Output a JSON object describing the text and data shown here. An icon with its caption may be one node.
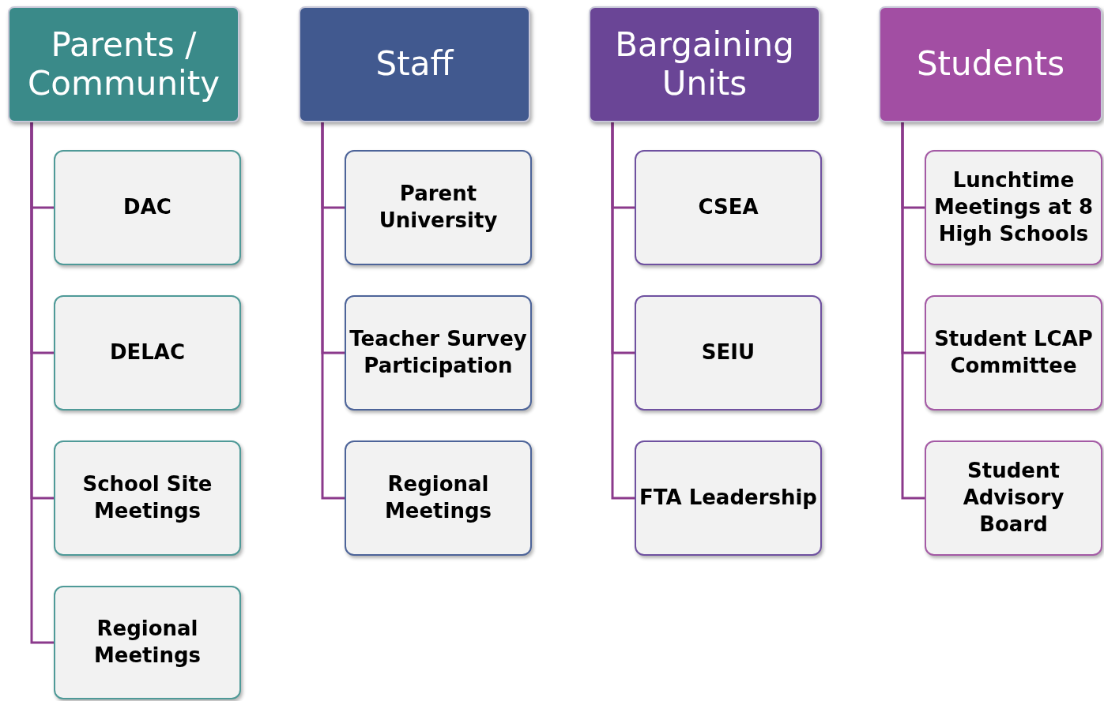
{
  "diagram": {
    "nodes": [
      {
        "text": [
          "Parents / Community"
        ]
      },
      {
        "text": [
          "DAC"
        ]
      },
      {
        "text": [
          "DELAC"
        ]
      },
      {
        "text": [
          "School Site Meetings"
        ]
      },
      {
        "text": [
          "Regional Meetings"
        ]
      },
      {
        "text": [
          "Staff"
        ]
      },
      {
        "text": [
          "Parent University"
        ]
      },
      {
        "text": [
          "Teacher Survey Participation"
        ]
      },
      {
        "text": [
          "Regional Meetings"
        ]
      },
      {
        "text": [
          "Bargaining Units"
        ]
      },
      {
        "text": [
          "CSEA"
        ]
      },
      {
        "text": [
          "SEIU"
        ]
      },
      {
        "text": [
          "FTA Leadership"
        ]
      },
      {
        "text": [
          "Students"
        ]
      },
      {
        "text": [
          "Lunchtime Meetings at 8 High Schools"
        ]
      },
      {
        "text": [
          "Student LCAP Committee"
        ]
      },
      {
        "text": [
          "Student Advisory Board"
        ]
      }
    ],
    "edges": [
      {
        "from": 0,
        "to": 1,
        "arrow": "none"
      },
      {
        "from": 0,
        "to": 2,
        "arrow": "none"
      },
      {
        "from": 0,
        "to": 3,
        "arrow": "none"
      },
      {
        "from": 0,
        "to": 4,
        "arrow": "none"
      },
      {
        "from": 5,
        "to": 6,
        "arrow": "none"
      },
      {
        "from": 5,
        "to": 7,
        "arrow": "none"
      },
      {
        "from": 5,
        "to": 8,
        "arrow": "none"
      },
      {
        "from": 9,
        "to": 10,
        "arrow": "none"
      },
      {
        "from": 9,
        "to": 11,
        "arrow": "none"
      },
      {
        "from": 9,
        "to": 12,
        "arrow": "none"
      },
      {
        "from": 13,
        "to": 14,
        "arrow": "none"
      },
      {
        "from": 13,
        "to": 15,
        "arrow": "none"
      },
      {
        "from": 13,
        "to": 16,
        "arrow": "none"
      }
    ]
  }
}
